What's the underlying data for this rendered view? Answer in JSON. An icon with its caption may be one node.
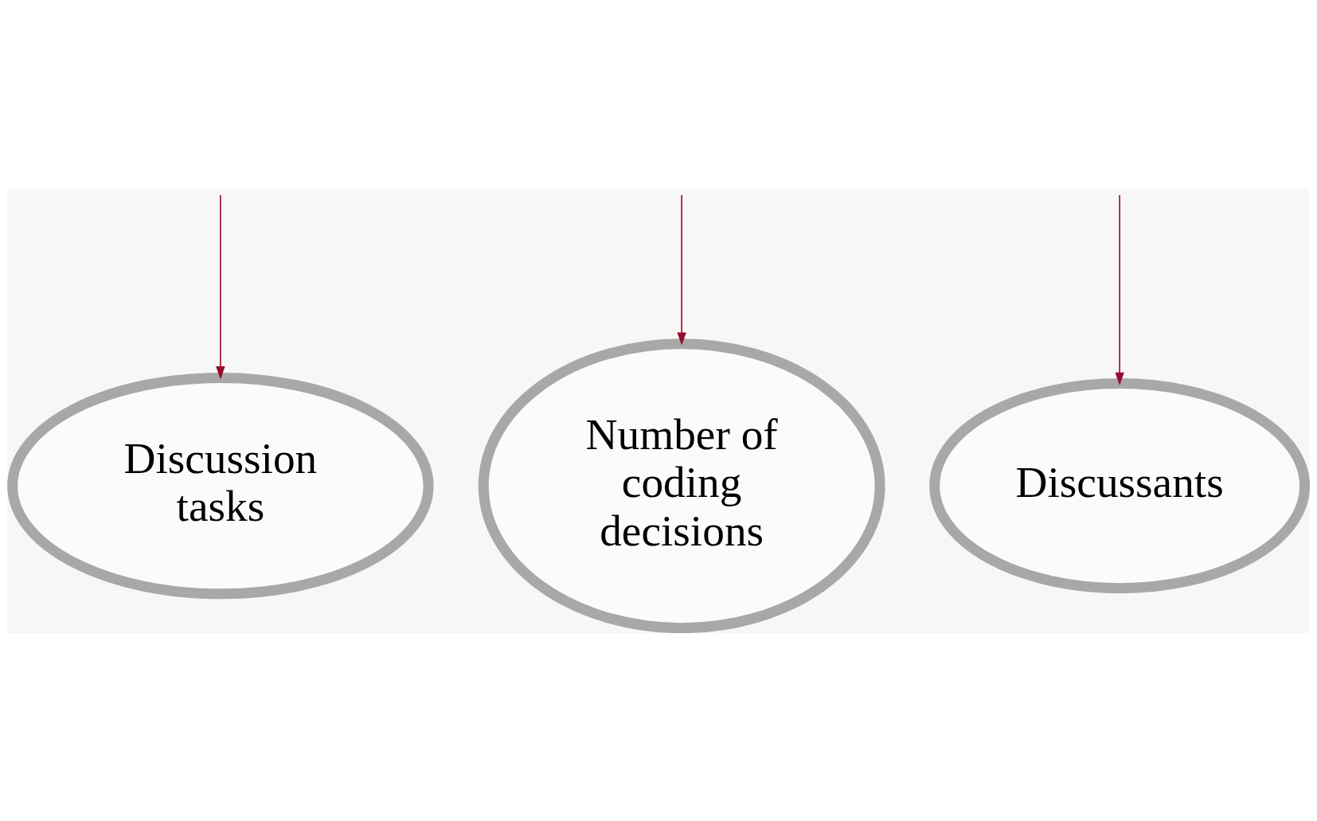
{
  "diagram": {
    "nodes": [
      {
        "text": [
          "Discussion tasks"
        ]
      },
      {
        "text": [
          "Number of coding decisions"
        ]
      },
      {
        "text": [
          "Discussants"
        ]
      }
    ],
    "edges": [
      {
        "from": null,
        "to": 0,
        "arrow": "to"
      },
      {
        "from": null,
        "to": 1,
        "arrow": "to"
      },
      {
        "from": null,
        "to": 2,
        "arrow": "to"
      }
    ]
  }
}
